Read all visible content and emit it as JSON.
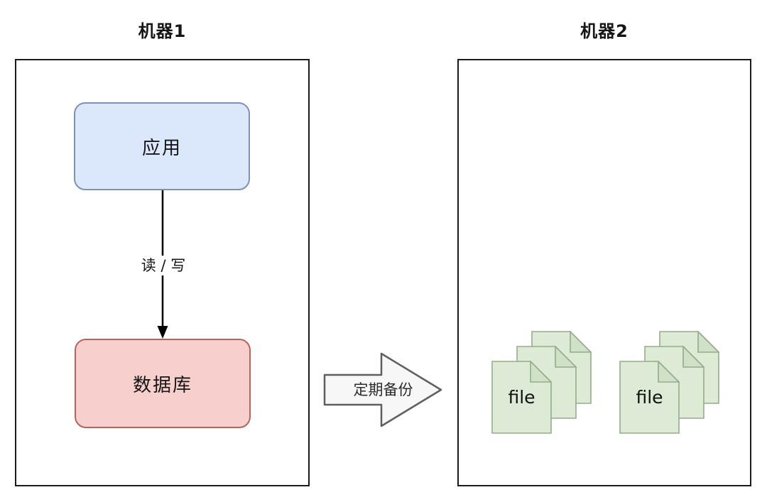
{
  "machine1": {
    "title": "机器1",
    "app_label": "应用",
    "connector_label": "读 / 写",
    "db_label": "数据库"
  },
  "backup": {
    "label": "定期备份"
  },
  "machine2": {
    "title": "机器2",
    "stacks": [
      {
        "label": "file"
      },
      {
        "label": "file"
      }
    ]
  },
  "colors": {
    "app_fill": "#dbe8fb",
    "app_stroke": "#7e91b6",
    "db_fill": "#f7d0cd",
    "db_stroke": "#b5635d",
    "file_fill": "#dcead6",
    "file_fold_fill": "#cfe1c7",
    "file_stroke": "#96ab8a",
    "block_arrow_fill": "#f7f7f7",
    "block_arrow_stroke": "#5f5f5f",
    "container_stroke": "#1b1b1b",
    "connector_color": "#000000",
    "text_color": "#161616"
  }
}
